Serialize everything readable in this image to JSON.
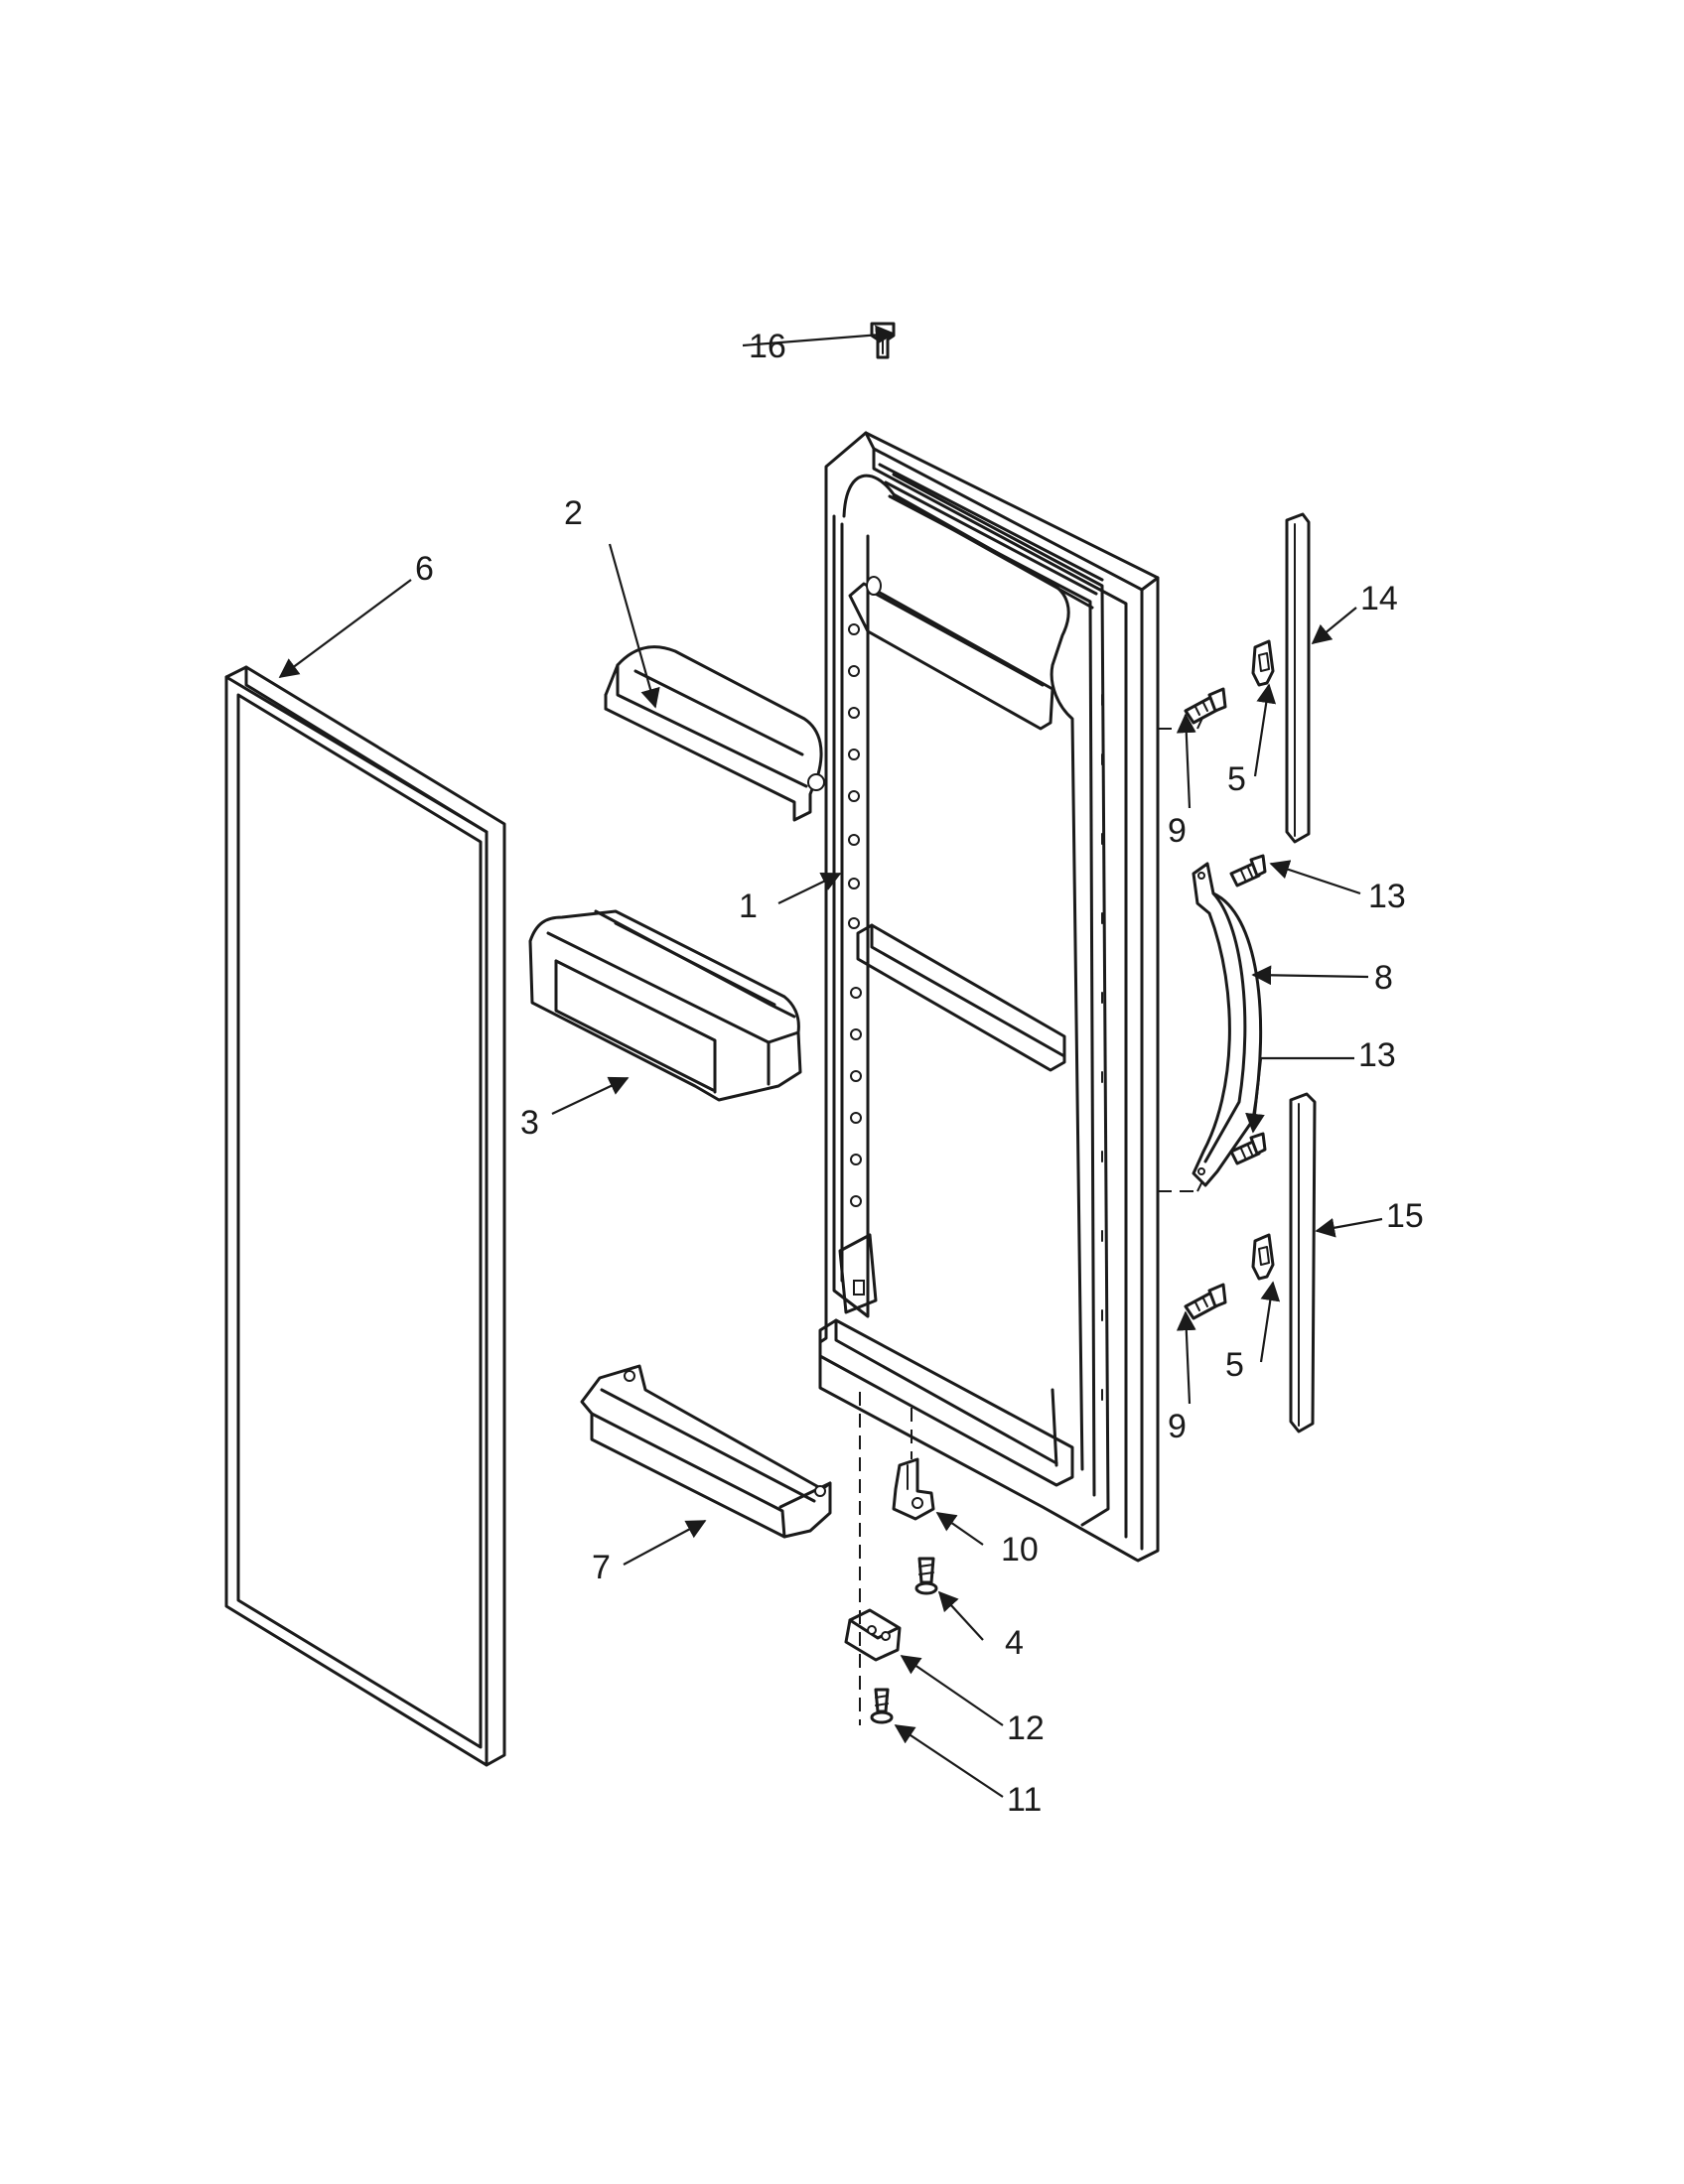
{
  "callouts": {
    "c1": "1",
    "c2": "2",
    "c3": "3",
    "c4": "4",
    "c5a": "5",
    "c5b": "5",
    "c6": "6",
    "c7": "7",
    "c8": "8",
    "c9a": "9",
    "c9b": "9",
    "c10": "10",
    "c11": "11",
    "c12": "12",
    "c13a": "13",
    "c13b": "13",
    "c14": "14",
    "c15": "15",
    "c16": "16"
  }
}
